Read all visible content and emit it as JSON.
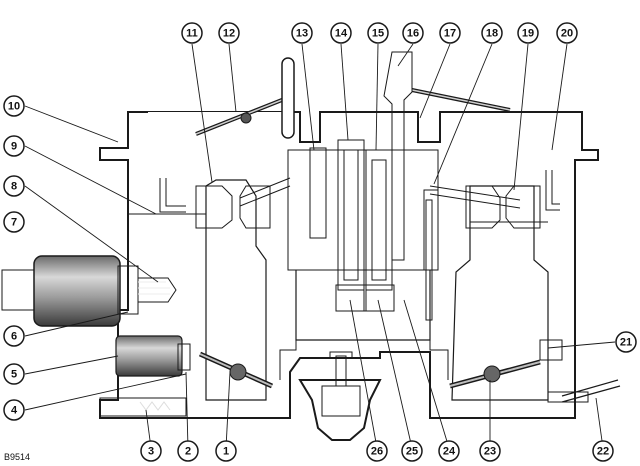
{
  "figure": {
    "reference": "B9514",
    "callouts_top": [
      "11",
      "12",
      "13",
      "14",
      "15",
      "16",
      "17",
      "18",
      "19",
      "20"
    ],
    "callouts_left": [
      "10",
      "9",
      "8",
      "7",
      "6",
      "5",
      "4"
    ],
    "callouts_bottom": [
      "3",
      "2",
      "1",
      "26",
      "25",
      "24",
      "23",
      "22"
    ],
    "callouts_right": [
      "21"
    ]
  },
  "colors": {
    "ink": "#1a1a1a",
    "hatch_fill": "#cfcfcf",
    "shade": "#8a8a8a",
    "background": "#ffffff"
  }
}
